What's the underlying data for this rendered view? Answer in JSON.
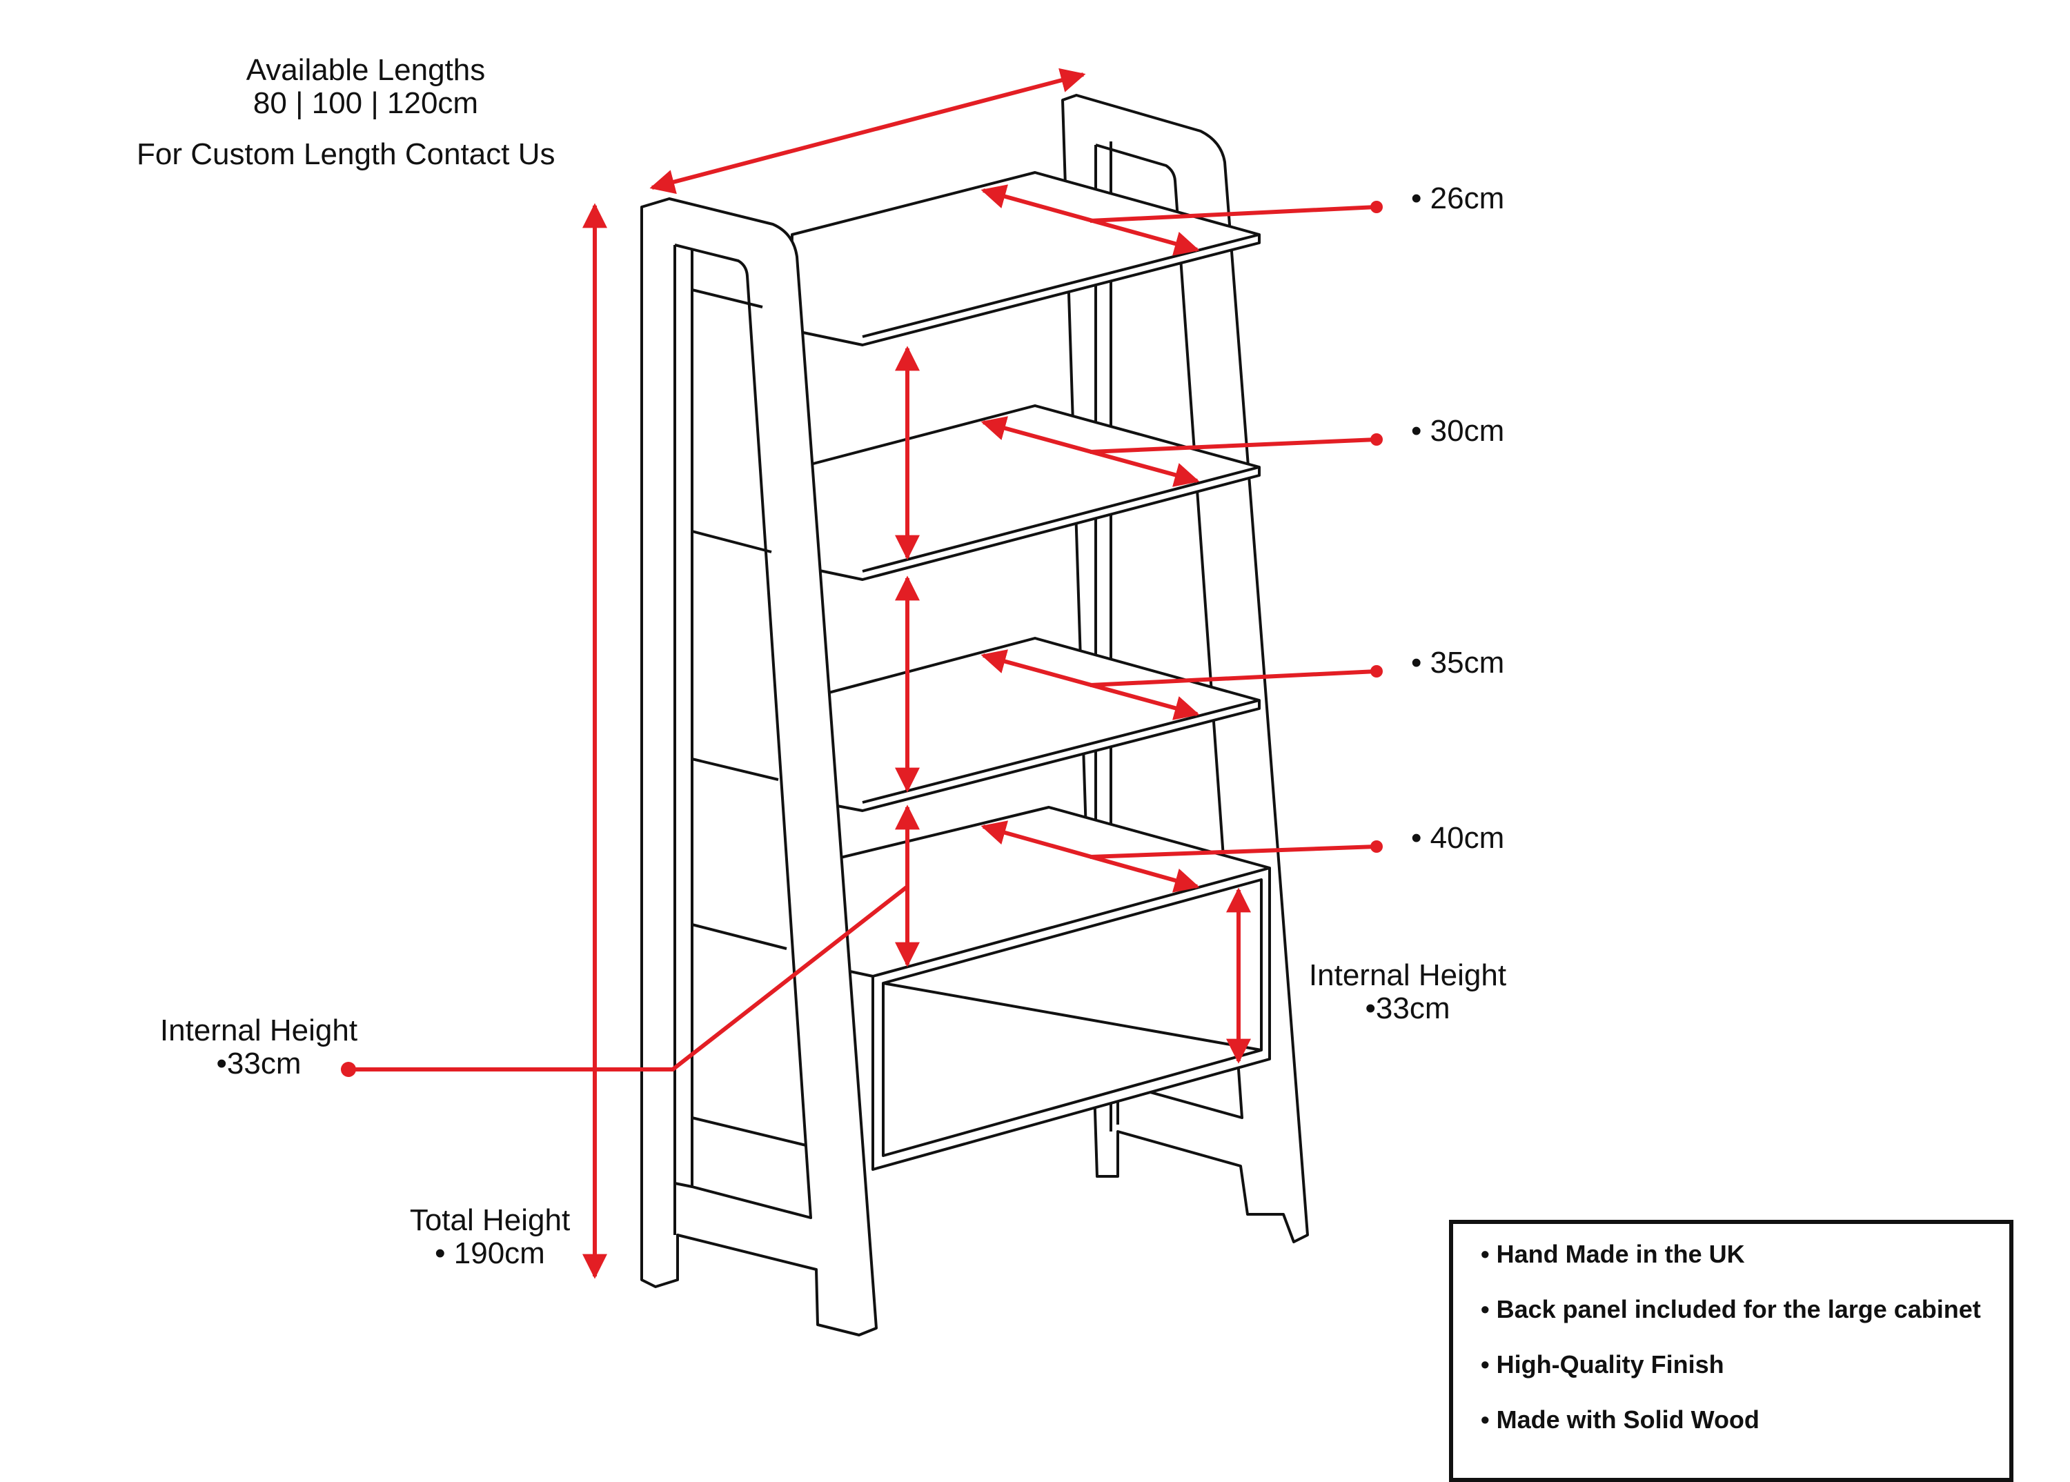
{
  "lengths": {
    "title": "Available Lengths",
    "values": "80 | 100 | 120cm",
    "custom": "For Custom Length Contact  Us"
  },
  "shelf_depths": [
    "• 26cm",
    "• 30cm",
    "• 35cm",
    "• 40cm"
  ],
  "internal_height_right": {
    "label": "Internal Height",
    "value": "•33cm"
  },
  "internal_height_left": {
    "label": "Internal Height",
    "value": "•33cm"
  },
  "total_height": {
    "label": "Total Height",
    "value": "• 190cm"
  },
  "features": [
    "Hand Made in the UK",
    "Back panel included for the large cabinet",
    "High-Quality Finish",
    "Made with Solid Wood"
  ],
  "colors": {
    "annotation": "#e31e24",
    "line": "#111111"
  }
}
